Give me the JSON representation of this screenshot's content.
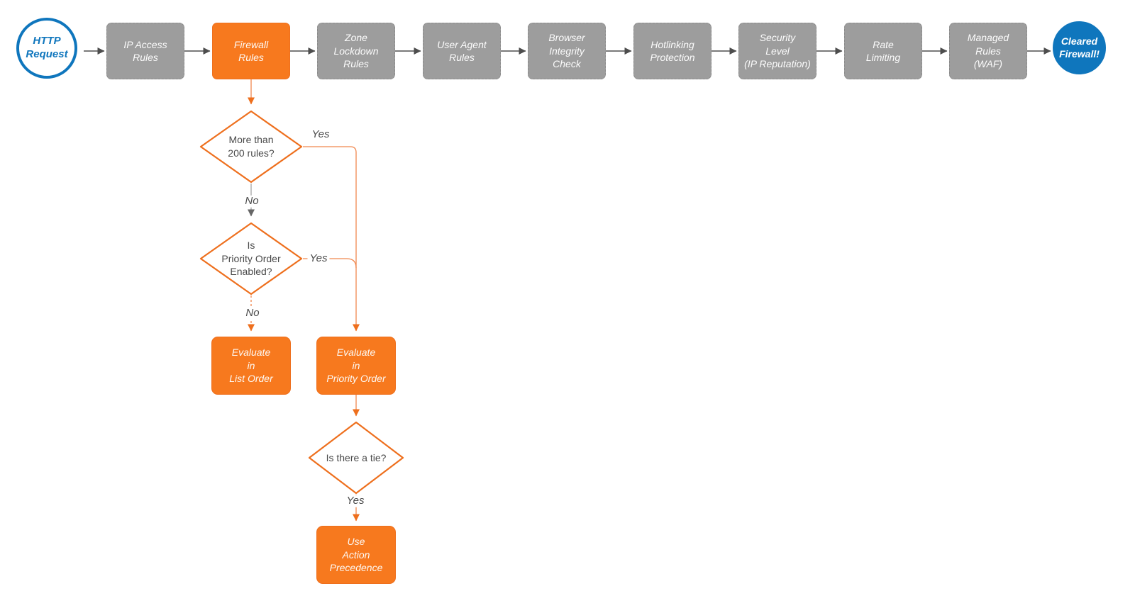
{
  "colors": {
    "orange": "#F7791E",
    "orange_stroke": "#EE6F1D",
    "orange_wire": "#F0874E",
    "gray_node": "#9D9D9D",
    "gray_node_border": "#8A8A8A",
    "blue": "#0F76BD",
    "wire_dark": "#4D4D4D",
    "wire_gray": "#ABABAB",
    "wire_gray_head": "#666666",
    "text_dark": "#4A4A4A",
    "node_text": "#FCFCFC",
    "background": "#FFFFFF"
  },
  "nodes": {
    "start": {
      "label": "HTTP\nRequest"
    },
    "pipeline": [
      {
        "label": "IP Access\nRules"
      },
      {
        "label": "Firewall\nRules"
      },
      {
        "label": "Zone\nLockdown\nRules"
      },
      {
        "label": "User Agent\nRules"
      },
      {
        "label": "Browser\nIntegrity\nCheck"
      },
      {
        "label": "Hotlinking\nProtection"
      },
      {
        "label": "Security\nLevel\n(IP Reputation)"
      },
      {
        "label": "Rate\nLimiting"
      },
      {
        "label": "Managed\nRules\n(WAF)"
      }
    ],
    "end": {
      "label": "Cleared\nFirewall!"
    },
    "decisions": [
      {
        "label": "More than\n200 rules?"
      },
      {
        "label": "Is\nPriority Order\nEnabled?"
      },
      {
        "label": "Is there a tie?"
      }
    ],
    "actions": [
      {
        "label": "Evaluate\nin\nList Order"
      },
      {
        "label": "Evaluate\nin\nPriority Order"
      },
      {
        "label": "Use\nAction\nPrecedence"
      }
    ]
  },
  "edge_labels": {
    "yes_200": "Yes",
    "no_200": "No",
    "yes_priority": "Yes",
    "no_priority": "No",
    "yes_tie": "Yes"
  }
}
